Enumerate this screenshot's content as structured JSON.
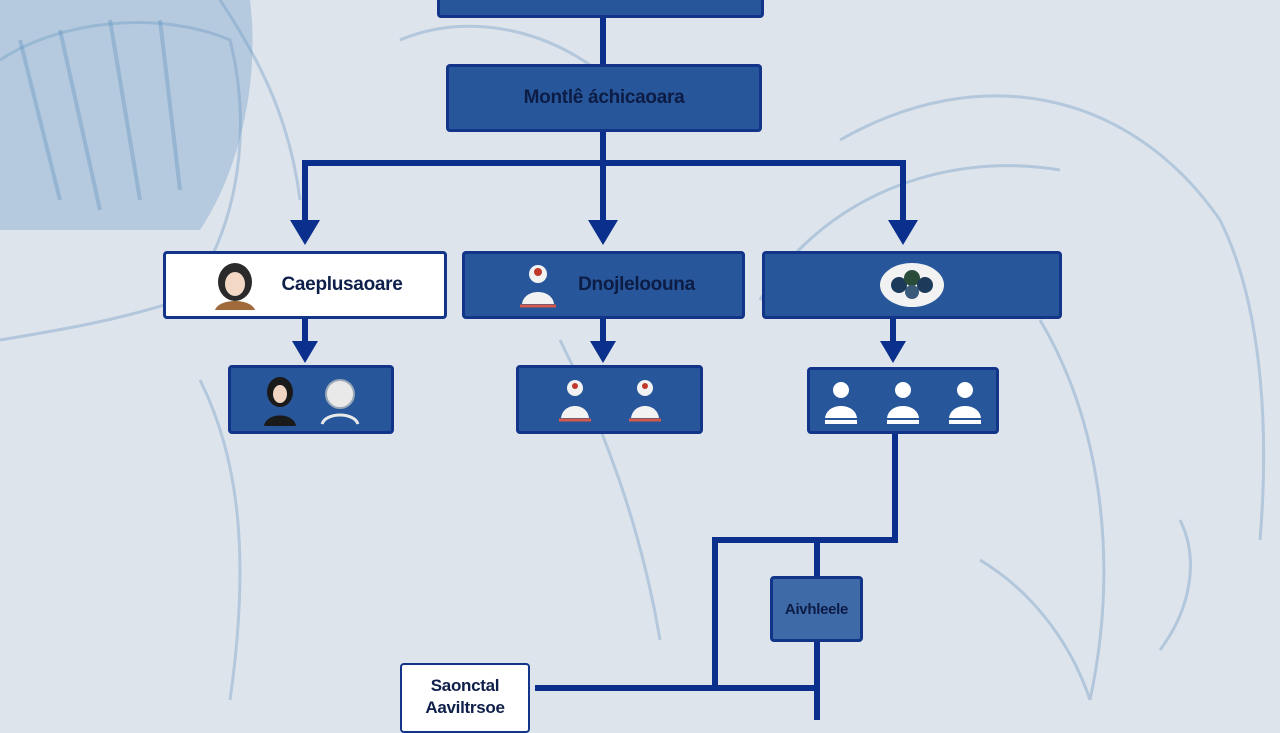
{
  "diagram": {
    "root": {
      "label": "Montlê áchicaoara"
    },
    "branches": [
      {
        "label": "Caeplusaoare",
        "icon": "woman-portrait-icon",
        "children": [
          "woman-silhouette-icon",
          "person-outline-icon"
        ]
      },
      {
        "label": "Dnojleloouna",
        "icon": "person-seated-icon",
        "children": [
          "person-seated-icon",
          "person-seated-icon"
        ]
      },
      {
        "label": "",
        "icon": "group-circle-icon",
        "children": [
          "person-icon",
          "person-icon",
          "person-icon"
        ]
      }
    ],
    "sub_node": {
      "label": "Aivhleele"
    },
    "bottom_node": {
      "label_line1": "Saonctal",
      "label_line2": "Aaviltrsoe"
    }
  },
  "colors": {
    "node_fill": "#27579a",
    "node_border": "#12358a",
    "connector": "#0b2f8c",
    "background": "#dde4ec"
  }
}
